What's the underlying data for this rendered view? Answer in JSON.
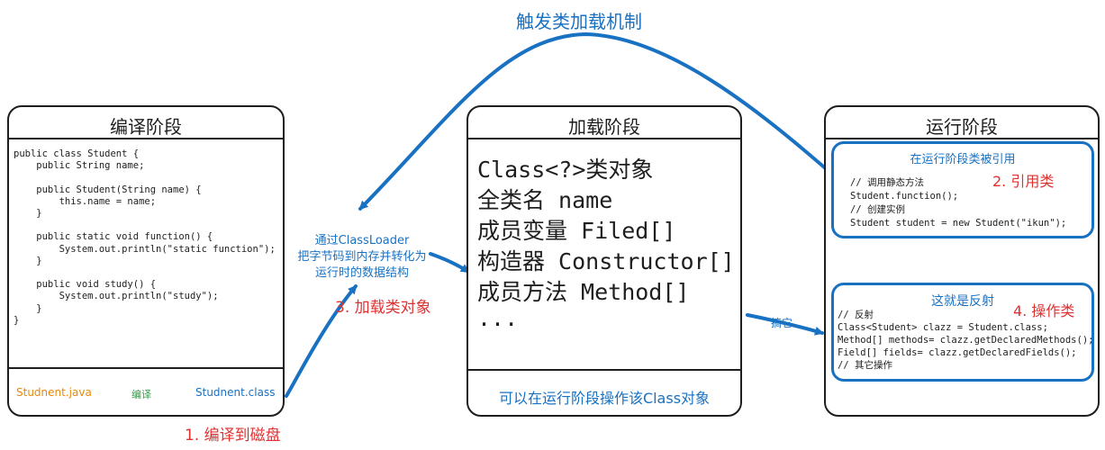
{
  "trigger_label": "触发类加载机制",
  "compile_box": {
    "title": "编译阶段",
    "code_lines": [
      "public class Student {",
      "    public String name;",
      "",
      "    public Student(String name) {",
      "        this.name = name;",
      "    }",
      "",
      "    public static void function() {",
      "        System.out.println(\"static function\");",
      "    }",
      "",
      "    public void study() {",
      "        System.out.println(\"study\");",
      "    }",
      "}"
    ],
    "source_file": "Studnent.java",
    "compile_label": "编译",
    "class_file": "Studnent.class"
  },
  "step1_label": "1. 编译到磁盘",
  "classloader_note": [
    "通过ClassLoader",
    "把字节码到内存并转化为",
    "运行时的数据结构"
  ],
  "step3_label": "3. 加载类对象",
  "load_box": {
    "title": "加载阶段",
    "members": [
      "Class<?>类对象",
      "全类名 name",
      "成员变量 Filed[]",
      "构造器 Constructor[]",
      "成员方法 Method[]",
      "..."
    ],
    "footer": "可以在运行阶段操作该Class对象"
  },
  "get_it_label": "搞它",
  "run_box": {
    "title": "运行阶段",
    "ref_box": {
      "title": "在运行阶段类被引用",
      "step_label": "2. 引用类",
      "code_lines": [
        "// 调用静态方法",
        "Student.function();",
        "// 创建实例",
        "Student student = new Student(\"ikun\");"
      ]
    },
    "reflect_box": {
      "title": "这就是反射",
      "step_label": "4. 操作类",
      "code_lines": [
        "// 反射",
        "Class<Student> clazz = Student.class;",
        "Method[] methods= clazz.getDeclaredMethods();",
        "Field[] fields= clazz.getDeclaredFields();",
        "// 其它操作"
      ]
    }
  },
  "colors": {
    "arrow_blue": "#1971c2",
    "label_red": "#e03131",
    "file_orange": "#e8890c",
    "compile_green": "#2f9e44",
    "stroke": "#1e1e1e"
  }
}
